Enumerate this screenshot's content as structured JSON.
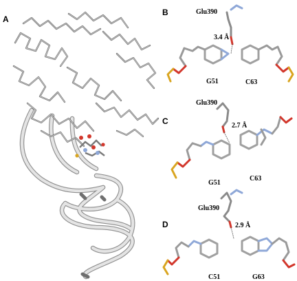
{
  "panels": {
    "A": {
      "letter": "A"
    },
    "B": {
      "letter": "B",
      "residue": "Glu390",
      "distance": "3.4 Å",
      "left_base": "G51",
      "right_base": "C63"
    },
    "C": {
      "letter": "C",
      "residue": "Glu390",
      "distance": "2.7 Å",
      "left_base": "G51",
      "right_base": "C63"
    },
    "D": {
      "letter": "D",
      "residue": "Glu390",
      "distance": "2.9 Å",
      "left_base": "C51",
      "right_base": "G63"
    }
  },
  "colors": {
    "backbone": "#6d6d6d",
    "ribbon": "#d9d9d9",
    "ribbon_edge": "#8f8f8f",
    "carbon": "#a9a9a9",
    "nitrogen": "#8fa8d8",
    "oxygen": "#d2372c",
    "phosphorus": "#d9a520"
  }
}
